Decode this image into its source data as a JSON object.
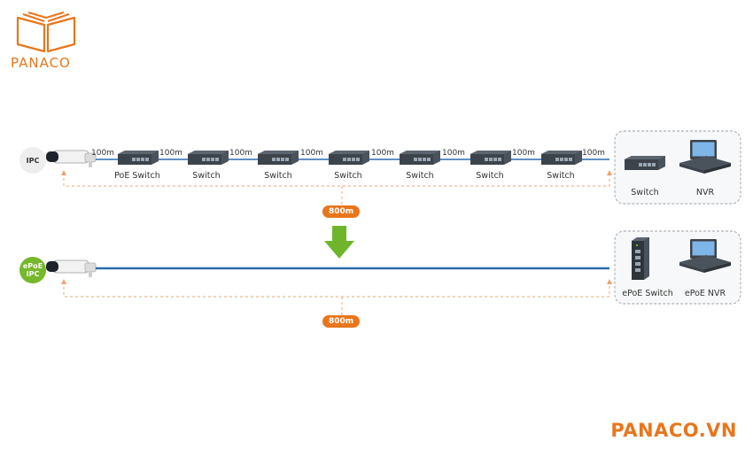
{
  "brand": {
    "logo_text": "PANACO",
    "url_text": "PANACO.VN",
    "color": "#e8761c"
  },
  "top_row": {
    "badge": "IPC",
    "segment_label": "100m",
    "switches": [
      "PoE Switch",
      "Switch",
      "Switch",
      "Switch",
      "Switch",
      "Switch",
      "Switch"
    ],
    "end_devices": [
      "Switch",
      "NVR"
    ],
    "distance": "800m"
  },
  "bottom_row": {
    "badge_line1": "ePoE",
    "badge_line2": "IPC",
    "end_devices": [
      "ePoE Switch",
      "ePoE NVR"
    ],
    "distance": "800m"
  },
  "colors": {
    "cable": "#2b6cb0",
    "dashed": "#f0a070",
    "arrow": "#6fb52c",
    "device": "#3c434b"
  }
}
